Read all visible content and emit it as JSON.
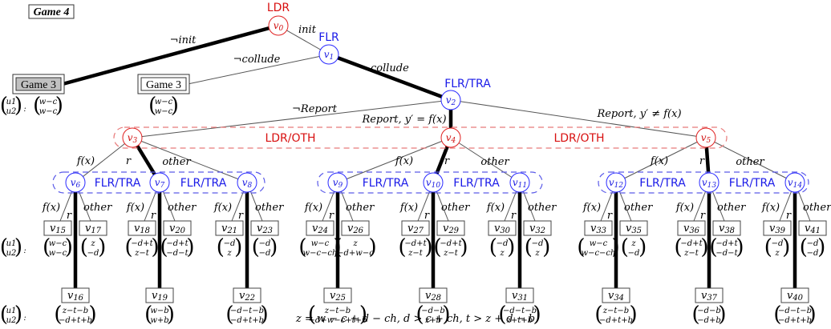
{
  "title": "Game 4",
  "footer_condition": "z = w − c + d − ch, d > c + ch, t > z + d − b",
  "payoff_row_label": [
    "u1",
    "u2"
  ],
  "colors": {
    "leader": "#d01010",
    "follower": "#1a1ae0",
    "info_leader": "#e87a7a",
    "info_follower": "#5a5ae8"
  },
  "root": {
    "node": "v0",
    "player": "LDR",
    "color": "leader"
  },
  "top_actions": {
    "not_init": "¬init",
    "init": "init",
    "not_collude": "¬collude",
    "collude": "collude",
    "not_report": "¬Report",
    "report_true": "Report, y′ = f(x)",
    "report_false": "Report, y′ ≠ f(x)"
  },
  "game3_boxes": [
    {
      "label": "Game 3",
      "shaded": true,
      "payoff": [
        "w−c",
        "w−c"
      ],
      "show_u_label": true
    },
    {
      "label": "Game 3",
      "shaded": false,
      "payoff": [
        "w−c",
        "w−c"
      ],
      "show_u_label": false
    }
  ],
  "v1": {
    "node": "v1",
    "player": "FLR"
  },
  "v2": {
    "node": "v2",
    "player": "FLR/TRA"
  },
  "leader_info_set": {
    "label_left": "LDR/OTH",
    "label_right": "LDR/OTH",
    "nodes": [
      "v3",
      "v4",
      "v5"
    ]
  },
  "follower_info_label": "FLR/TRA",
  "level2_actions": [
    "f(x)",
    "r",
    "other"
  ],
  "level3_actions": [
    "f(x)",
    "r",
    "other"
  ],
  "groups": [
    {
      "leader_node": "v3",
      "followers": [
        {
          "node": "v6",
          "leaves": [
            {
              "node": "v15",
              "payoff": [
                "w−c",
                "w−c"
              ]
            },
            {
              "node": "v16",
              "payoff": [
                "z−t−b",
                "−d+t+b"
              ]
            },
            {
              "node": "v17",
              "payoff": [
                "z",
                "−d"
              ]
            }
          ]
        },
        {
          "node": "v7",
          "leaves": [
            {
              "node": "v18",
              "payoff": [
                "−d+t",
                "z−t"
              ]
            },
            {
              "node": "v19",
              "payoff": [
                "w−b",
                "w+b"
              ]
            },
            {
              "node": "v20",
              "payoff": [
                "−d+t",
                "−d−t"
              ]
            }
          ]
        },
        {
          "node": "v8",
          "leaves": [
            {
              "node": "v21",
              "payoff": [
                "−d",
                "z"
              ]
            },
            {
              "node": "v22",
              "payoff": [
                "−d−t−b",
                "−d+t+b"
              ]
            },
            {
              "node": "v23",
              "payoff": [
                "−d",
                "−d"
              ]
            }
          ]
        }
      ]
    },
    {
      "leader_node": "v4",
      "followers": [
        {
          "node": "v9",
          "leaves": [
            {
              "node": "v24",
              "payoff": [
                "w−c",
                "w−c−ch"
              ]
            },
            {
              "node": "v25",
              "payoff": [
                "z−t−b",
                "−d+w−c+t+b"
              ]
            },
            {
              "node": "v26",
              "payoff": [
                "z",
                "−d+w−c"
              ]
            }
          ]
        },
        {
          "node": "v10",
          "leaves": [
            {
              "node": "v27",
              "payoff": [
                "−d+t",
                "z−t"
              ]
            },
            {
              "node": "v28",
              "payoff": [
                "−d−b",
                "z+b"
              ]
            },
            {
              "node": "v29",
              "payoff": [
                "−d+t",
                "z−t"
              ]
            }
          ]
        },
        {
          "node": "v11",
          "leaves": [
            {
              "node": "v30",
              "payoff": [
                "−d",
                "z"
              ]
            },
            {
              "node": "v31",
              "payoff": [
                "−d−t−b",
                "z+t+b"
              ]
            },
            {
              "node": "v32",
              "payoff": [
                "−d",
                "z"
              ]
            }
          ]
        }
      ]
    },
    {
      "leader_node": "v5",
      "followers": [
        {
          "node": "v12",
          "leaves": [
            {
              "node": "v33",
              "payoff": [
                "w−c",
                "w−c−ch"
              ]
            },
            {
              "node": "v34",
              "payoff": [
                "z−t−b",
                "−d+t+b"
              ]
            },
            {
              "node": "v35",
              "payoff": [
                "z",
                "−d"
              ]
            }
          ]
        },
        {
          "node": "v13",
          "leaves": [
            {
              "node": "v36",
              "payoff": [
                "−d+t",
                "z−t"
              ]
            },
            {
              "node": "v37",
              "payoff": [
                "−d−b",
                "−d+b"
              ]
            },
            {
              "node": "v38",
              "payoff": [
                "−d+t",
                "−d−t"
              ]
            }
          ]
        },
        {
          "node": "v14",
          "leaves": [
            {
              "node": "v39",
              "payoff": [
                "−d",
                "z"
              ]
            },
            {
              "node": "v40",
              "payoff": [
                "−d−t−b",
                "−d+t+b"
              ]
            },
            {
              "node": "v41",
              "payoff": [
                "−d",
                "−d"
              ]
            }
          ]
        }
      ]
    }
  ]
}
